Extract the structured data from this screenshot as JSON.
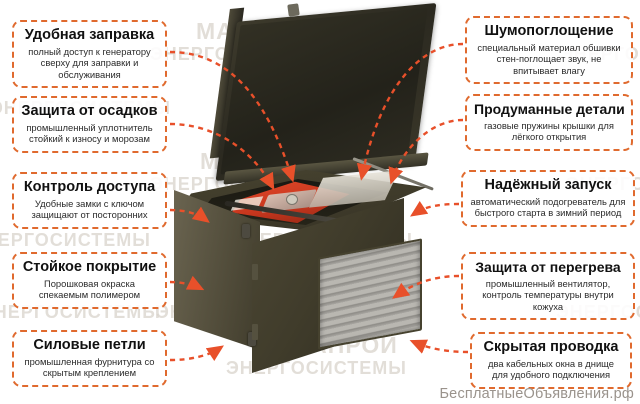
{
  "colors": {
    "accent_orange": "#e06a2e",
    "arrow_orange": "#e8502a",
    "enclosure_olive": "#46422f",
    "generator_red": "#d8411f",
    "watermark_gray": "#d9d4cc"
  },
  "background_watermark": {
    "line1": "МАНРОЙ",
    "line2": "ЭНЕРГОСИСТЕМЫ"
  },
  "site_watermark": "БесплатныеОбъявления.рф",
  "callouts_left": [
    {
      "id": "refuel",
      "title": "Удобная заправка",
      "desc": "полный доступ к генератору сверху для заправки и обслуживания"
    },
    {
      "id": "weather",
      "title": "Защита от осадков",
      "desc": "промышленный уплотнитель стойкий к износу и морозам"
    },
    {
      "id": "access",
      "title": "Контроль доступа",
      "desc": "Удобные замки с ключом защищают от посторонних"
    },
    {
      "id": "coating",
      "title": "Стойкое покрытие",
      "desc": "Порошковая окраска спекаемым полимером"
    },
    {
      "id": "hinges",
      "title": "Силовые петли",
      "desc": "промышленная фурнитура со скрытым креплением"
    }
  ],
  "callouts_right": [
    {
      "id": "noise",
      "title": "Шумопоглощение",
      "desc": "специальный материал обшивки стен-поглощает звук, не впитывает влагу"
    },
    {
      "id": "details",
      "title": "Продуманные детали",
      "desc": "газовые пружины крышки для лёгкого открытия"
    },
    {
      "id": "start",
      "title": "Надёжный запуск",
      "desc": "автоматический подогреватель для быстрого старта в зимний период"
    },
    {
      "id": "overheat",
      "title": "Защита от перегрева",
      "desc": "промышленный вентилятор, контроль температуры внутри кожуха"
    },
    {
      "id": "wiring",
      "title": "Скрытая проводка",
      "desc": "два кабельных окна в днище для удобного подключения"
    }
  ],
  "product": {
    "name": "soundproof-generator-enclosure",
    "lid_state": "open",
    "inner_unit": "generator"
  }
}
